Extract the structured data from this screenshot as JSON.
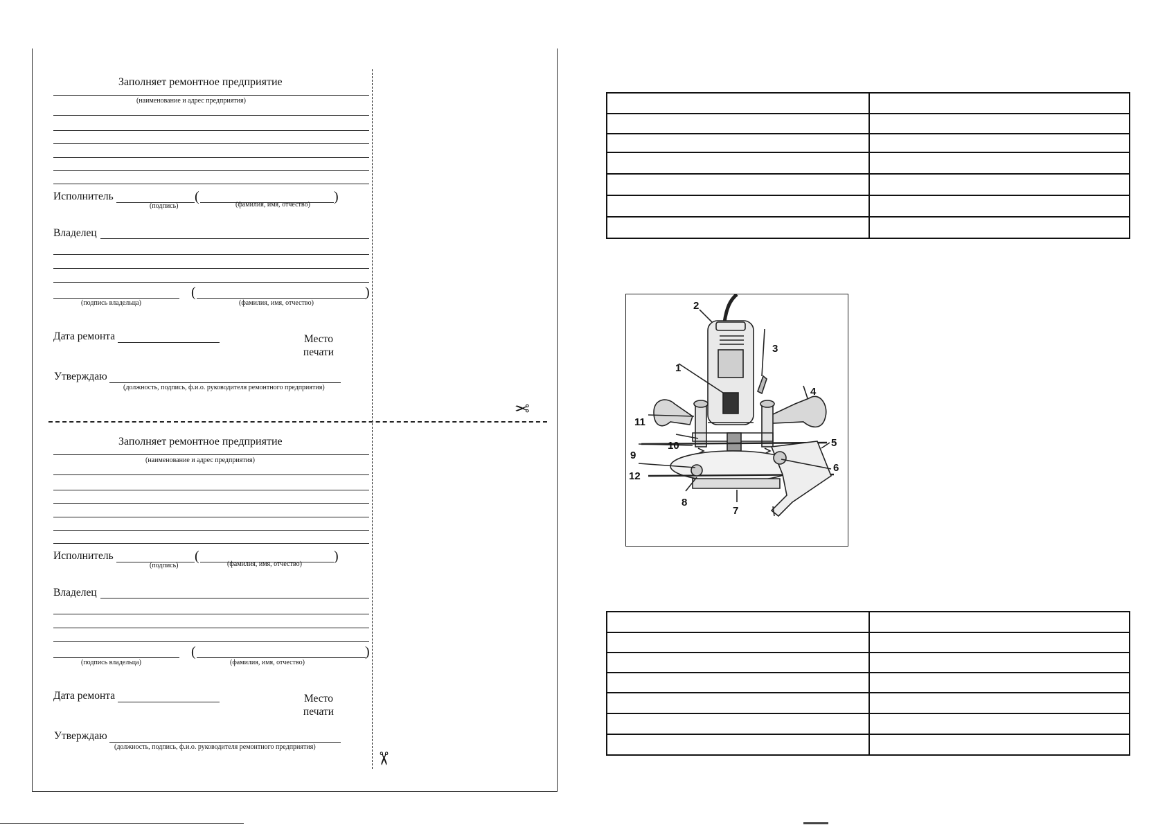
{
  "coupon_top": {
    "heading": "Заполняет ремонтное предприятие",
    "enterprise_caption": "(наименование и адрес предприятия)",
    "executor_label": "Исполнитель",
    "signature_caption": "(подпись)",
    "fio_caption": "(фамилия, имя, отчество)",
    "owner_label": "Владелец",
    "owner_signature_caption": "(подпись владельца)",
    "owner_fio_caption": "(фамилия, имя, отчество)",
    "repair_date_label": "Дата ремонта",
    "stamp_line1": "Место",
    "stamp_line2": "печати",
    "approve_label": "Утверждаю",
    "approve_caption": "(должность, подпись, ф.и.о. руководителя ремонтного предприятия)"
  },
  "coupon_bottom": {
    "heading": "Заполняет ремонтное предприятие",
    "enterprise_caption": "(наименование и адрес предприятия)",
    "executor_label": "Исполнитель",
    "signature_caption": "(подпись)",
    "fio_caption": "(фамилия, имя, отчество)",
    "owner_label": "Владелец",
    "owner_signature_caption": "(подпись владельца)",
    "owner_fio_caption": "(фамилия, имя, отчество)",
    "repair_date_label": "Дата ремонта",
    "stamp_line1": "Место",
    "stamp_line2": "печати",
    "approve_label": "Утверждаю",
    "approve_caption": "(должность, подпись, ф.и.о. руководителя ремонтного предприятия)"
  },
  "symbols": {
    "paren_open": "(",
    "paren_close": ")",
    "scissors_icon": "✂"
  },
  "figure": {
    "callouts": [
      "1",
      "2",
      "3",
      "4",
      "5",
      "6",
      "7",
      "8",
      "9",
      "10",
      "11",
      "12"
    ]
  },
  "tables": {
    "top_rows": 7,
    "bottom_rows": 7
  }
}
